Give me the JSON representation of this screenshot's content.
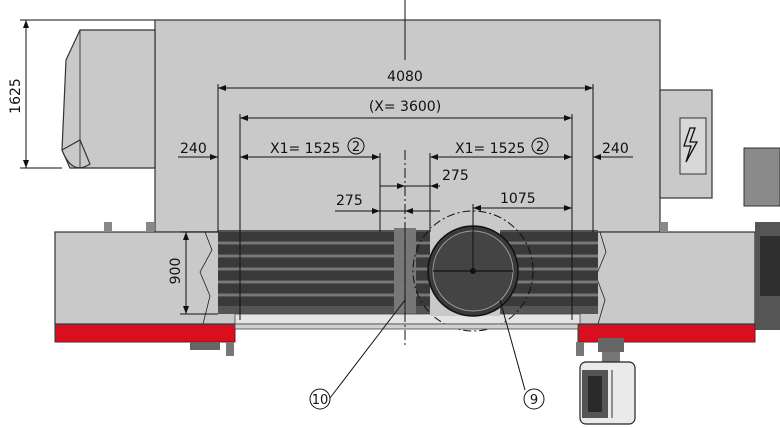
{
  "diagram": {
    "dimensions": {
      "overall_width": "4080",
      "x_width": "(X= 3600)",
      "x1_left": "X1= 1525",
      "x1_right": "X1= 1525",
      "x1_marker": "2",
      "edge_left": "240",
      "edge_right": "240",
      "gap_upper": "275",
      "gap_lower": "275",
      "rotary_offset": "1075",
      "height_total": "1625",
      "table_height": "900"
    },
    "callouts": {
      "item_10": "10",
      "item_9": "9"
    },
    "colors": {
      "housing": "#c9c9c9",
      "table_slats": "#3a3a3a",
      "base_red": "#d90f1f",
      "line": "#111111"
    },
    "icons": {
      "electrical_cabinet": "high-voltage-icon"
    }
  }
}
